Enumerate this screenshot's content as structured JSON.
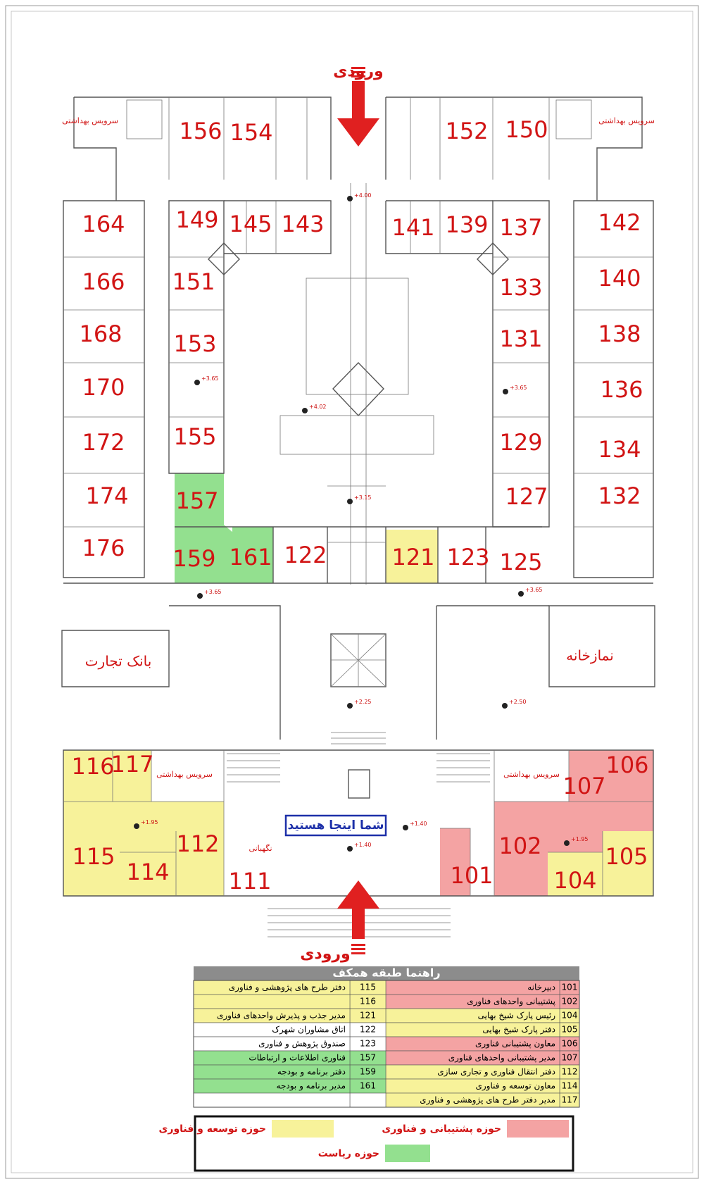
{
  "entrance_label": "ورودی",
  "you_are_here": "شما اینجا هستید",
  "restroom_label": "سرویس بهداشتی",
  "bank_label": "بانک تجارت",
  "prayer_room_label": "نمازخانه",
  "guard_label": "نگهبانی",
  "rooms": {
    "r101": "101",
    "r102": "102",
    "r104": "104",
    "r105": "105",
    "r106": "106",
    "r107": "107",
    "r111": "111",
    "r112": "112",
    "r114": "114",
    "r115": "115",
    "r116": "116",
    "r117": "117",
    "r121": "121",
    "r122": "122",
    "r123": "123",
    "r125": "125",
    "r127": "127",
    "r129": "129",
    "r131": "131",
    "r132": "132",
    "r133": "133",
    "r134": "134",
    "r136": "136",
    "r137": "137",
    "r138": "138",
    "r139": "139",
    "r140": "140",
    "r141": "141",
    "r142": "142",
    "r143": "143",
    "r145": "145",
    "r149": "149",
    "r150": "150",
    "r151": "151",
    "r152": "152",
    "r153": "153",
    "r154": "154",
    "r155": "155",
    "r156": "156",
    "r157": "157",
    "r159": "159",
    "r161": "161",
    "r164": "164",
    "r166": "166",
    "r168": "168",
    "r170": "170",
    "r172": "172",
    "r174": "174",
    "r176": "176"
  },
  "elevations": {
    "e1": "+4.00",
    "e2": "+3.65",
    "e3": "+4.02",
    "e4": "+3.65",
    "e5": "+3.15",
    "e6": "+3.65",
    "e7": "+3.65",
    "e8": "+2.25",
    "e9": "+2.50",
    "e10": "+1.95",
    "e11": "+1.40",
    "e12": "+1.40",
    "e13": "+1.95"
  },
  "legend": {
    "title": "راهنما طبقه همکف",
    "right_rows": [
      {
        "code": "101",
        "desc": "دبیرخانه",
        "zone": "support"
      },
      {
        "code": "102",
        "desc": "پشتیبانی واحدهای فناوری",
        "zone": "support"
      },
      {
        "code": "104",
        "desc": "رئیس پارک شیخ بهایی",
        "zone": "development"
      },
      {
        "code": "105",
        "desc": "دفتر پارک شیخ بهایی",
        "zone": "development"
      },
      {
        "code": "106",
        "desc": "معاون پشتیبانی فناوری",
        "zone": "support"
      },
      {
        "code": "107",
        "desc": "مدیر پشتیبانی واحدهای فناوری",
        "zone": "support"
      },
      {
        "code": "112",
        "desc": "دفتر انتقال فناوری و تجاری سازی",
        "zone": "development"
      },
      {
        "code": "114",
        "desc": "معاون توسعه و فناوری",
        "zone": "development"
      },
      {
        "code": "117",
        "desc": "مدیر دفتر طرح های پژوهشی و فناوری",
        "zone": "development"
      }
    ],
    "left_rows": [
      {
        "code": "115",
        "desc": "دفتر طرح های پژوهشی و فناوری",
        "zone": "development"
      },
      {
        "code": "116",
        "desc": "",
        "zone": "development"
      },
      {
        "code": "121",
        "desc": "مدیر جذب و پذیرش واحدهای فناوری",
        "zone": "development"
      },
      {
        "code": "122",
        "desc": "اتاق مشاوران شهرک",
        "zone": "none"
      },
      {
        "code": "123",
        "desc": "صندوق پژوهش و فناوری",
        "zone": "none"
      },
      {
        "code": "157",
        "desc": "فناوری اطلاعات و ارتباطات",
        "zone": "presidency"
      },
      {
        "code": "159",
        "desc": "دفتر برنامه و بودجه",
        "zone": "presidency"
      },
      {
        "code": "161",
        "desc": "مدیر برنامه و بودجه",
        "zone": "presidency"
      },
      {
        "code": "",
        "desc": "",
        "zone": "none"
      }
    ],
    "key": {
      "support": "حوزه پشتیبانی و فناوری",
      "development": "حوزه توسعه و فناوری",
      "presidency": "حوزه ریاست"
    }
  },
  "colors": {
    "support": "#f4a3a3",
    "development": "#f7f29a",
    "presidency": "#93e08f",
    "none": "#ffffff",
    "header": "#8c8c8c",
    "accent": "#e02020"
  }
}
